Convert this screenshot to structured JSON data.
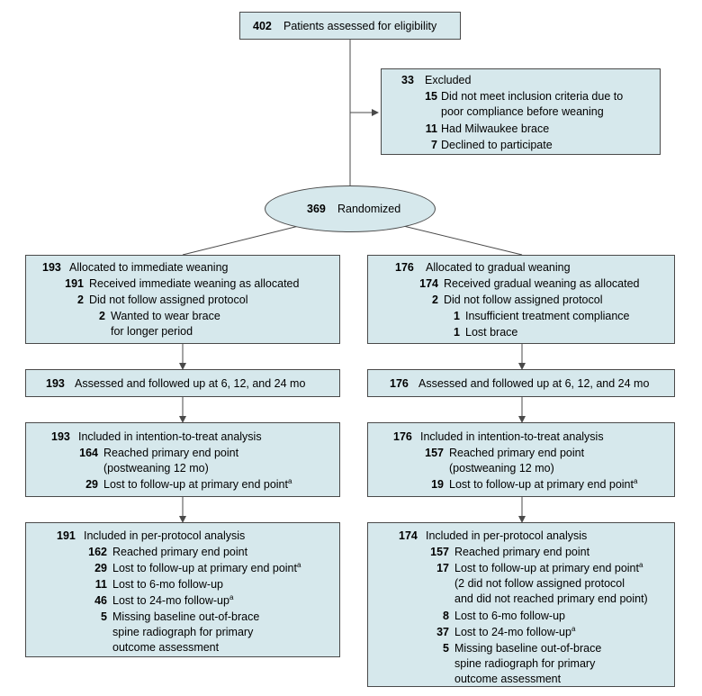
{
  "eligibility": {
    "num": "402",
    "text": "Patients assessed for eligibility"
  },
  "excluded": {
    "num": "33",
    "text": "Excluded",
    "items": [
      {
        "num": "15",
        "text1": "Did not meet inclusion criteria due to",
        "text2": "poor compliance before weaning"
      },
      {
        "num": "11",
        "text1": "Had Milwaukee brace"
      },
      {
        "num": "7",
        "text1": "Declined to participate"
      }
    ]
  },
  "randomized": {
    "num": "369",
    "text": "Randomized"
  },
  "left": {
    "allocation": {
      "num": "193",
      "text": "Allocated to immediate weaning",
      "received_num": "191",
      "received_text": "Received immediate weaning as allocated",
      "notfollow_num": "2",
      "notfollow_text": "Did not follow assigned protocol",
      "sub": [
        {
          "num": "2",
          "text1": "Wanted to wear brace",
          "text2": "for longer period"
        }
      ]
    },
    "followup": {
      "num": "193",
      "text": "Assessed and followed up at 6, 12, and 24 mo"
    },
    "itt": {
      "num": "193",
      "text": "Included in intention-to-treat analysis",
      "reached_num": "164",
      "reached_text1": "Reached primary end point",
      "reached_text2": "(postweaning 12 mo)",
      "lost_num": "29",
      "lost_text": "Lost to follow-up at primary end point",
      "lost_sup": "a"
    },
    "pp": {
      "num": "191",
      "text": "Included in per-protocol analysis",
      "items": [
        {
          "num": "162",
          "text": "Reached primary end point",
          "sup": ""
        },
        {
          "num": "29",
          "text": "Lost to follow-up at primary end point",
          "sup": "a"
        },
        {
          "num": "11",
          "text": "Lost to 6-mo follow-up",
          "sup": ""
        },
        {
          "num": "46",
          "text": "Lost to 24-mo follow-up",
          "sup": "a"
        }
      ],
      "missing_num": "5",
      "missing_lines": [
        "Missing baseline out-of-brace",
        "spine radiograph for primary",
        "outcome assessment"
      ]
    }
  },
  "right": {
    "allocation": {
      "num": "176",
      "text": "Allocated to gradual weaning",
      "received_num": "174",
      "received_text": "Received gradual weaning  as allocated",
      "notfollow_num": "2",
      "notfollow_text": "Did not follow assigned protocol",
      "sub": [
        {
          "num": "1",
          "text1": "Insufficient treatment compliance"
        },
        {
          "num": "1",
          "text1": "Lost brace"
        }
      ]
    },
    "followup": {
      "num": "176",
      "text": "Assessed and followed up at 6, 12, and 24 mo"
    },
    "itt": {
      "num": "176",
      "text": "Included in intention-to-treat analysis",
      "reached_num": "157",
      "reached_text1": "Reached primary end point",
      "reached_text2": "(postweaning 12 mo)",
      "lost_num": "19",
      "lost_text": "Lost to follow-up at primary end point",
      "lost_sup": "a"
    },
    "pp": {
      "num": "174",
      "text": "Included in per-protocol analysis",
      "reached_num": "157",
      "reached_text": "Reached primary end point",
      "lost_num": "17",
      "lost_text": "Lost to follow-up at primary end point",
      "lost_sup": "a",
      "lost_note": [
        "(2 did not follow assigned protocol",
        "and did not reached primary end point)"
      ],
      "items": [
        {
          "num": "8",
          "text": "Lost to 6-mo follow-up",
          "sup": ""
        },
        {
          "num": "37",
          "text": "Lost to 24-mo follow-up",
          "sup": "a"
        }
      ],
      "missing_num": "5",
      "missing_lines": [
        "Missing baseline out-of-brace",
        "spine radiograph for primary",
        "outcome assessment"
      ]
    }
  },
  "colors": {
    "box_fill": "#d6e8ec",
    "border": "#4a4a4a",
    "line": "#4a4a4a"
  }
}
